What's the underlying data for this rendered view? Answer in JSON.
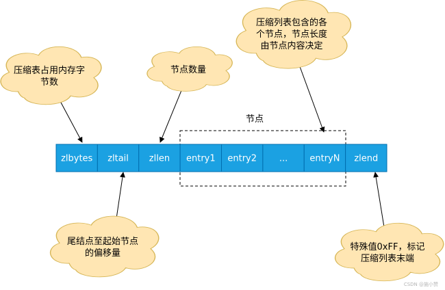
{
  "strip": {
    "cells": [
      "zlbytes",
      "zltail",
      "zllen",
      "entry1",
      "entry2",
      "...",
      "entryN",
      "zlend"
    ]
  },
  "group_label": "节点",
  "clouds": {
    "zlbytes_note": [
      "压缩表占用内存字",
      "节数"
    ],
    "zllen_note": [
      "节点数量"
    ],
    "entries_note": [
      "压缩列表包含的各",
      "个节点，节点长度",
      "由节点内容决定"
    ],
    "zltail_note": [
      "尾结点至起始节点",
      "的偏移量"
    ],
    "zlend_note": [
      "特殊值0xFF，标记",
      "压缩列表末端"
    ]
  },
  "watermark": "CSDN @施小赞",
  "colors": {
    "cell_fill": "#1ba1e2",
    "cell_stroke": "#006eaf",
    "cloud_fill": "#ffe6b3",
    "cloud_stroke": "#d6b656"
  }
}
